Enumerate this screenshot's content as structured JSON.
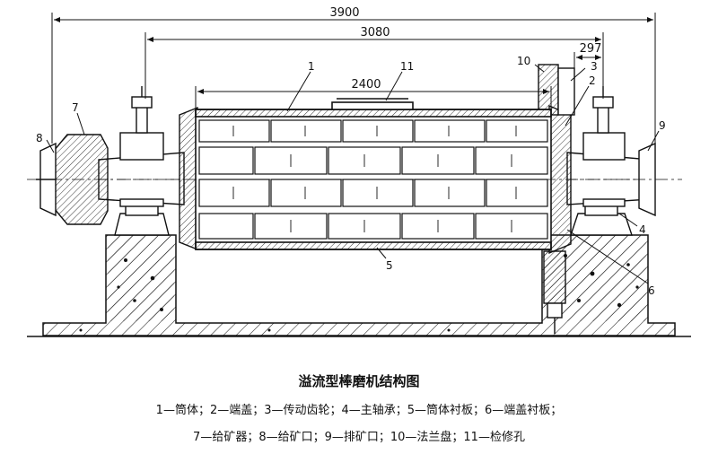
{
  "dimensions": {
    "overall": "3900",
    "shell_and_heads": "3080",
    "shell": "2400",
    "flange": "297"
  },
  "callouts": [
    "1",
    "2",
    "3",
    "4",
    "5",
    "6",
    "7",
    "8",
    "9",
    "10",
    "11"
  ],
  "caption": {
    "title": "溢流型棒磨机结构图",
    "legend_line1": "1—筒体；2—端盖；3—传动齿轮；4—主轴承；5—筒体衬板；6—端盖衬板；",
    "legend_line2": "7—给矿器；8—给矿口；9—排矿口；10—法兰盘；11—检修孔"
  }
}
